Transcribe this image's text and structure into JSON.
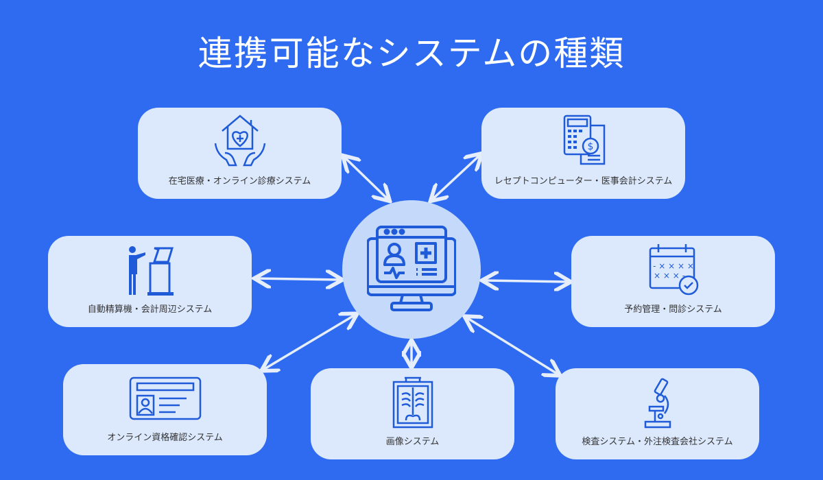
{
  "title": "連携可能なシステムの種類",
  "colors": {
    "background": "#2e6bf0",
    "card": "#dce9fd",
    "hub": "#c5d9fb",
    "icon": "#1f5bd8",
    "arrow": "#e6eefc"
  },
  "hub": {
    "icon": "medical-monitor-icon"
  },
  "systems": [
    {
      "label": "在宅医療・オンライン診療システム",
      "icon": "home-care-icon"
    },
    {
      "label": "レセプトコンピューター・医事会計システム",
      "icon": "calculator-invoice-icon"
    },
    {
      "label": "自動精算機・会計周辺システム",
      "icon": "kiosk-icon"
    },
    {
      "label": "予約管理・問診システム",
      "icon": "calendar-check-icon"
    },
    {
      "label": "オンライン資格確認システム",
      "icon": "id-card-icon"
    },
    {
      "label": "画像システム",
      "icon": "xray-icon"
    },
    {
      "label": "検査システム・外注検査会社システム",
      "icon": "microscope-icon"
    }
  ]
}
